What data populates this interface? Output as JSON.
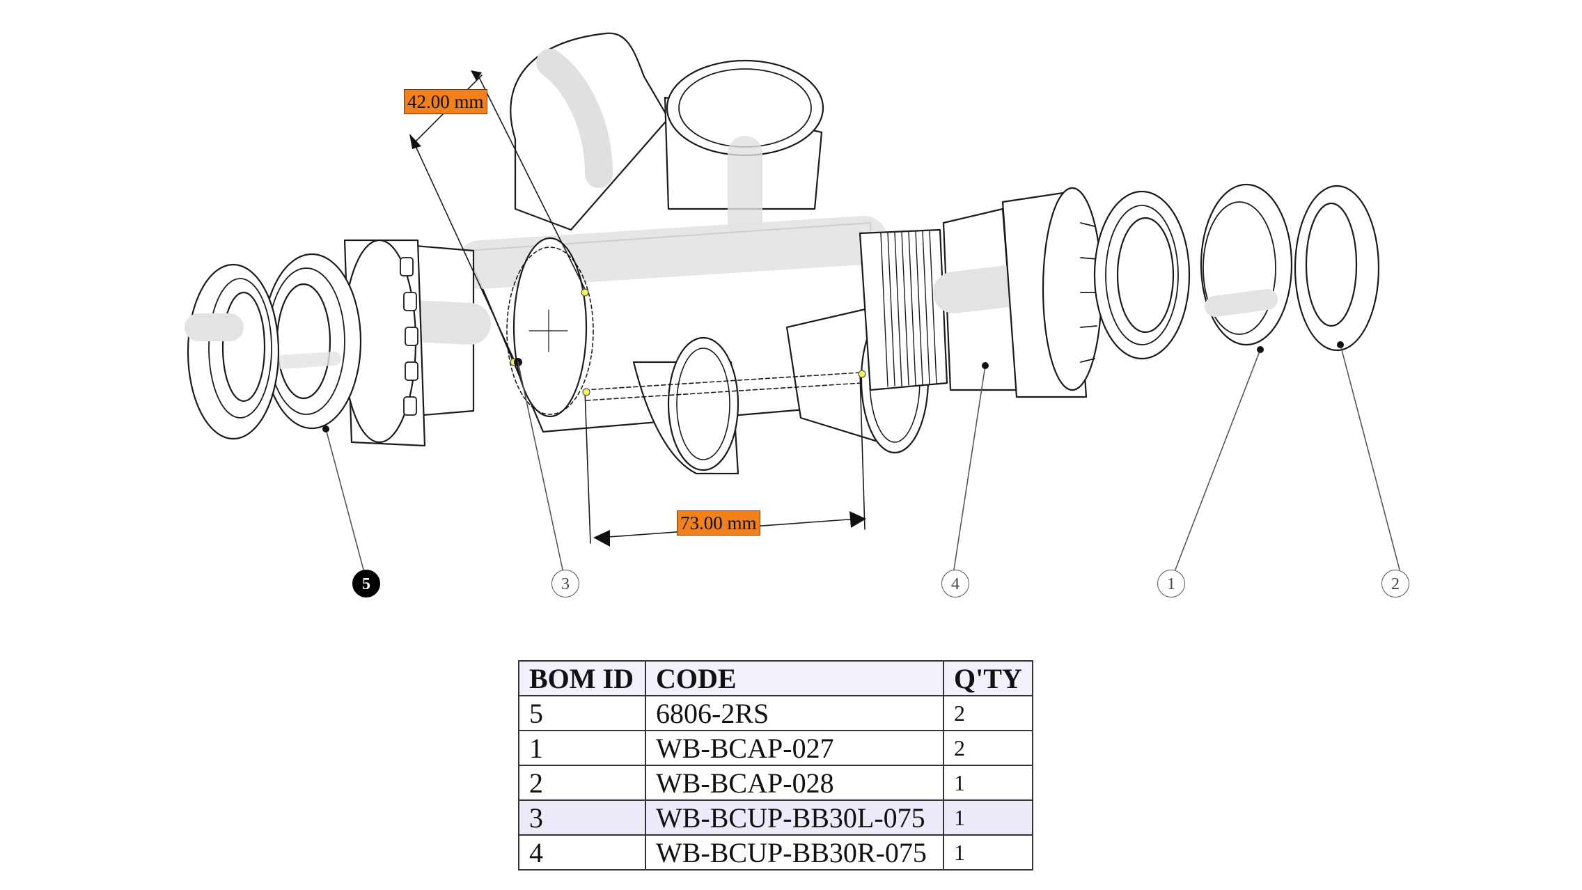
{
  "dimensions": {
    "width_label": "42.00 mm",
    "length_label": "73.00 mm"
  },
  "balloons": [
    {
      "id": "5",
      "active": true
    },
    {
      "id": "3",
      "active": false
    },
    {
      "id": "4",
      "active": false
    },
    {
      "id": "1",
      "active": false
    },
    {
      "id": "2",
      "active": false
    }
  ],
  "bom": {
    "headers": [
      "BOM ID",
      "CODE",
      "Q'TY"
    ],
    "rows": [
      [
        "5",
        "6806-2RS",
        "2"
      ],
      [
        "1",
        "WB-BCAP-027",
        "2"
      ],
      [
        "2",
        "WB-BCAP-028",
        "1"
      ],
      [
        "3",
        "WB-BCUP-BB30L-075",
        "1"
      ],
      [
        "4",
        "WB-BCUP-BB30R-075",
        "1"
      ]
    ]
  },
  "colors": {
    "dimension_label": "#f2811d",
    "active_balloon": "#000000",
    "line": "#1a1a1a",
    "shade": "#e4e4e4"
  }
}
